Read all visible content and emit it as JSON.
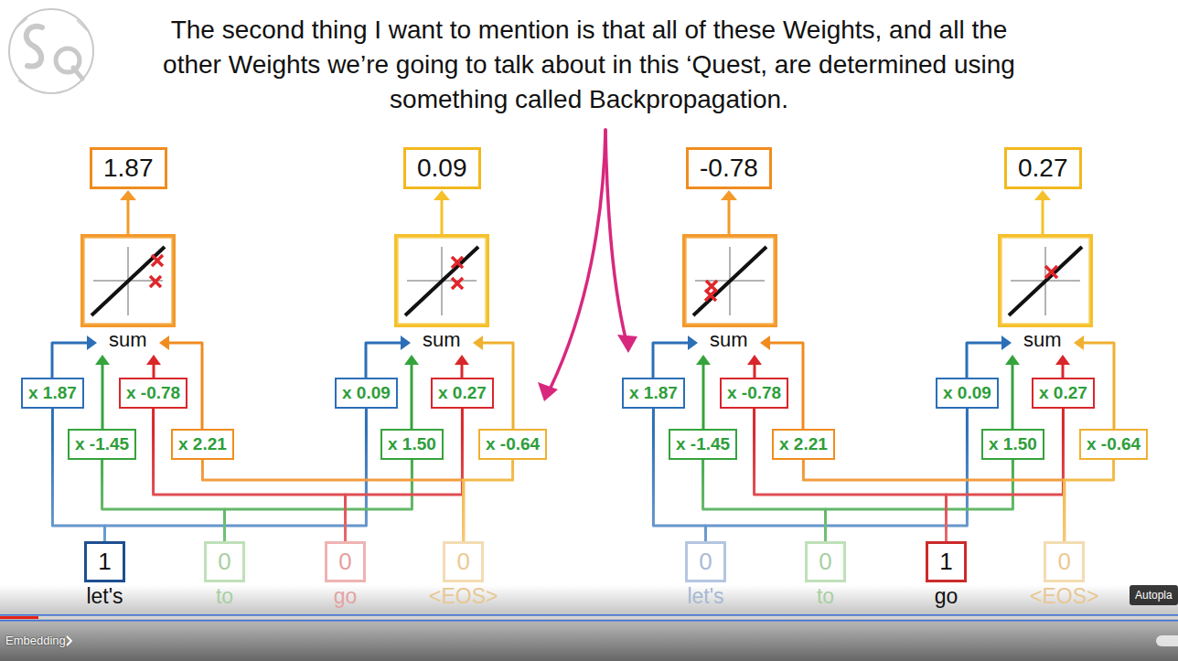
{
  "diagram": {
    "title": "The second thing I want to mention is that all of these Weights, and all the other Weights we’re going to talk about in this ‘Quest, are determined using something called Backpropagation.",
    "nodes": [
      {
        "text": [
          "1.87"
        ]
      },
      {
        "text": [
          "0.09"
        ]
      },
      {
        "text": [
          "-0.78"
        ]
      },
      {
        "text": [
          "0.27"
        ]
      },
      {
        "text": [
          "x 1.87"
        ]
      },
      {
        "text": [
          "x -0.78"
        ]
      },
      {
        "text": [
          "x 0.09"
        ]
      },
      {
        "text": [
          "x 0.27"
        ]
      },
      {
        "text": [
          "x 1.87"
        ]
      },
      {
        "text": [
          "x -0.78"
        ]
      },
      {
        "text": [
          "x 0.09"
        ]
      },
      {
        "text": [
          "x 0.27"
        ]
      },
      {
        "text": [
          "x -1.45"
        ]
      },
      {
        "text": [
          "x 2.21"
        ]
      },
      {
        "text": [
          "x 1.50"
        ]
      },
      {
        "text": [
          "x -0.64"
        ]
      },
      {
        "text": [
          "x -1.45"
        ]
      },
      {
        "text": [
          "x 2.21"
        ]
      },
      {
        "text": [
          "x 1.50"
        ]
      },
      {
        "text": [
          "x -0.64"
        ]
      },
      {
        "text": [
          "1",
          "let's"
        ]
      },
      {
        "text": [
          "0",
          "to"
        ]
      },
      {
        "text": [
          "0",
          "go"
        ]
      },
      {
        "text": [
          "0",
          "<EOS>"
        ]
      },
      {
        "text": [
          "0",
          "let's"
        ]
      },
      {
        "text": [
          "0",
          "to"
        ]
      },
      {
        "text": [
          "1",
          "go"
        ]
      },
      {
        "text": [
          "0",
          "<EOS>"
        ]
      },
      {
        "text": [
          "Autopla"
        ]
      }
    ],
    "edges": [
      {
        "from": 20,
        "to": 4,
        "arrow": "none"
      },
      {
        "from": 20,
        "to": 6,
        "arrow": "none"
      },
      {
        "from": 21,
        "to": 12,
        "arrow": "none"
      },
      {
        "from": 21,
        "to": 14,
        "arrow": "none"
      },
      {
        "from": 22,
        "to": 5,
        "arrow": "none"
      },
      {
        "from": 22,
        "to": 7,
        "arrow": "none"
      },
      {
        "from": 23,
        "to": 13,
        "arrow": "none"
      },
      {
        "from": 23,
        "to": 15,
        "arrow": "none"
      },
      {
        "from": 24,
        "to": 8,
        "arrow": "none"
      },
      {
        "from": 24,
        "to": 10,
        "arrow": "none"
      },
      {
        "from": 25,
        "to": 16,
        "arrow": "none"
      },
      {
        "from": 25,
        "to": 18,
        "arrow": "none"
      },
      {
        "from": 26,
        "to": 9,
        "arrow": "none"
      },
      {
        "from": 26,
        "to": 11,
        "arrow": "none"
      },
      {
        "from": 27,
        "to": 17,
        "arrow": "none"
      },
      {
        "from": 27,
        "to": 19,
        "arrow": "none"
      }
    ],
    "labels": [
      "sum",
      "sum",
      "sum",
      "sum",
      "Embedding"
    ]
  }
}
